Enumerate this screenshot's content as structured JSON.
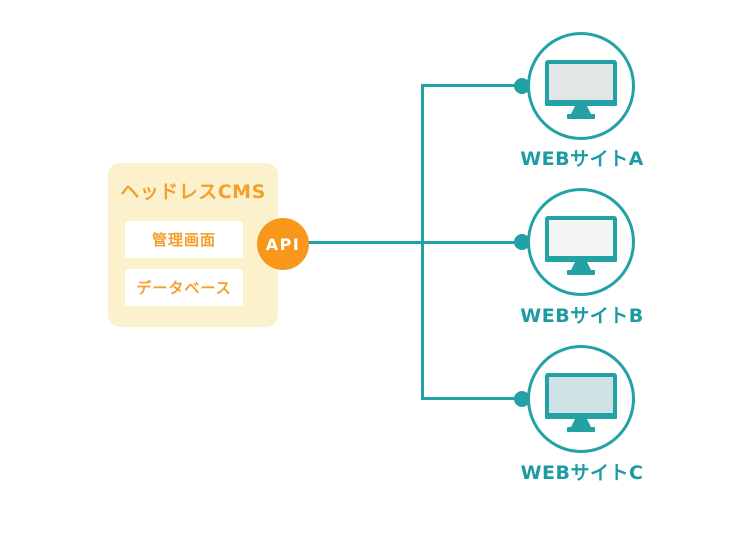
{
  "diagram": {
    "cms_box": {
      "title": "ヘッドレスCMS",
      "items": [
        {
          "label": "管理画面"
        },
        {
          "label": "データベース"
        }
      ],
      "bg_color": "#fbf2cd",
      "text_color": "#f4a02c"
    },
    "api_node": {
      "label": "API",
      "bg_color": "#f8971b",
      "text_color": "#ffffff"
    },
    "sites": [
      {
        "label": "WEBサイトA",
        "screen_color": "#e3e6e7"
      },
      {
        "label": "WEBサイトB",
        "screen_color": "#f4f6f6"
      },
      {
        "label": "WEBサイトC",
        "screen_color": "#cee1e5"
      }
    ],
    "icons": {
      "site_icon": "monitor-icon"
    },
    "colors": {
      "teal": "#23a2a6",
      "label_teal": "#1d9ba3",
      "background": "#ffffff"
    }
  }
}
